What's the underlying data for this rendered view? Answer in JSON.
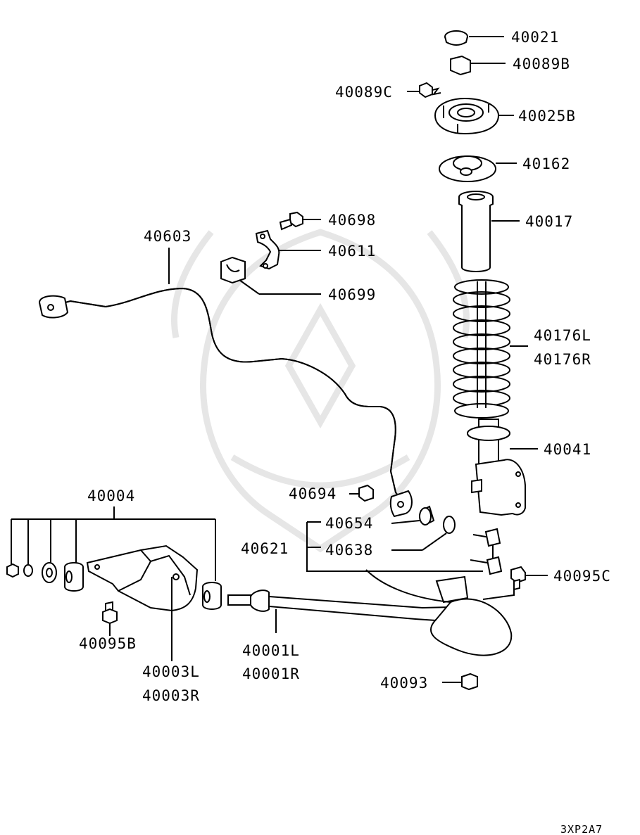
{
  "diagram": {
    "code": "3XP2A7",
    "labels": {
      "p40021": "40021",
      "p40089B": "40089B",
      "p40089C": "40089C",
      "p40025B": "40025B",
      "p40162": "40162",
      "p40017": "40017",
      "p40698": "40698",
      "p40611": "40611",
      "p40699": "40699",
      "p40603": "40603",
      "p40176L": "40176L",
      "p40176R": "40176R",
      "p40041": "40041",
      "p40694": "40694",
      "p40004": "40004",
      "p40654": "40654",
      "p40621": "40621",
      "p40638": "40638",
      "p40095C": "40095C",
      "p40095B": "40095B",
      "p40003L": "40003L",
      "p40003R": "40003R",
      "p40001L": "40001L",
      "p40001R": "40001R",
      "p40093": "40093"
    }
  }
}
